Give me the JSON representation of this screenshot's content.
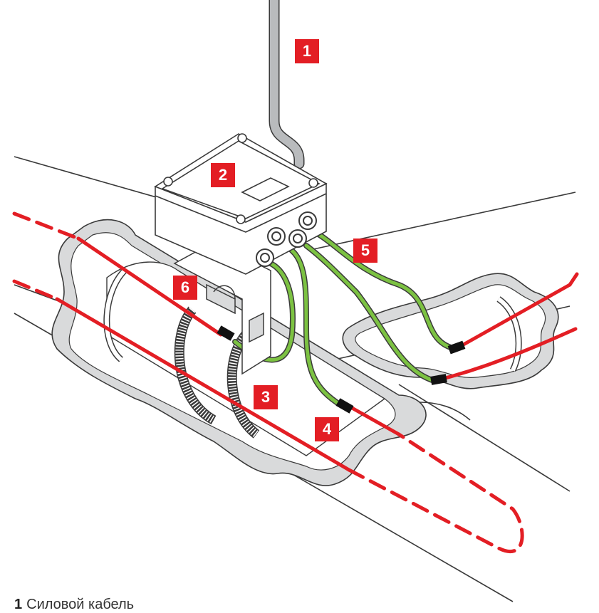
{
  "colors": {
    "heating_cable": "#e31e24",
    "cold_lead": "#7cc242",
    "power_cable": "#b9bbbd",
    "insulation": "#d9dadb",
    "outline": "#3a3a3a",
    "badge": "#e31e24"
  },
  "callouts": [
    {
      "number": "1"
    },
    {
      "number": "2"
    },
    {
      "number": "3"
    },
    {
      "number": "4"
    },
    {
      "number": "5"
    },
    {
      "number": "6"
    }
  ],
  "legend": {
    "items": [
      {
        "number": "1",
        "text": "Силовой кабель"
      }
    ]
  }
}
